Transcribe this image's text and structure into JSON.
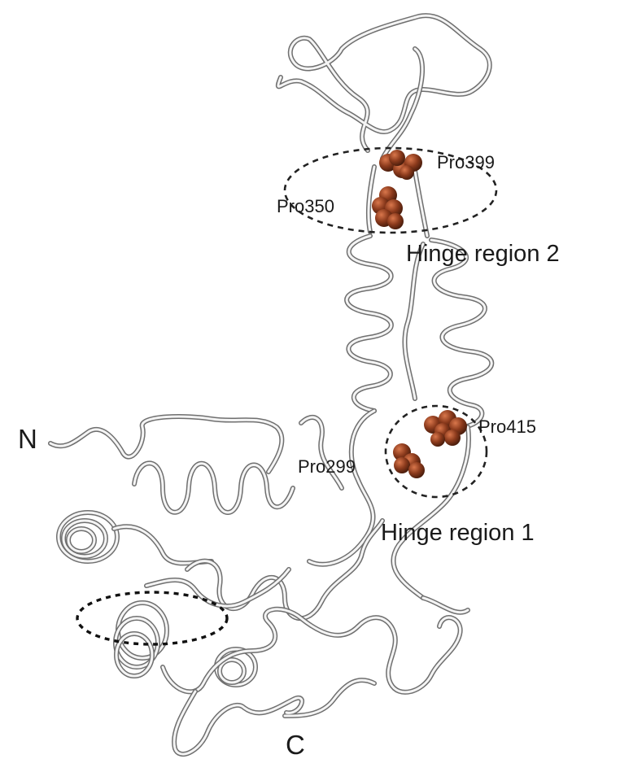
{
  "labels": {
    "pro399": "Pro399",
    "pro350": "Pro350",
    "pro415": "Pro415",
    "pro299": "Pro299",
    "hinge2": "Hinge region 2",
    "hinge1": "Hinge region 1",
    "n_term": "N",
    "c_term": "C"
  },
  "colors": {
    "background": "#ffffff",
    "ribbon_edge": "#6f6f6f",
    "ribbon_fill": "#f4f4f4",
    "proline_atom": "#8b3a1c",
    "proline_highlight": "#d9774c",
    "outline_dashes": "#222222"
  },
  "icons": [
    "protein-ribbon",
    "proline-sphere-cluster",
    "dashed-ellipse-outline"
  ]
}
